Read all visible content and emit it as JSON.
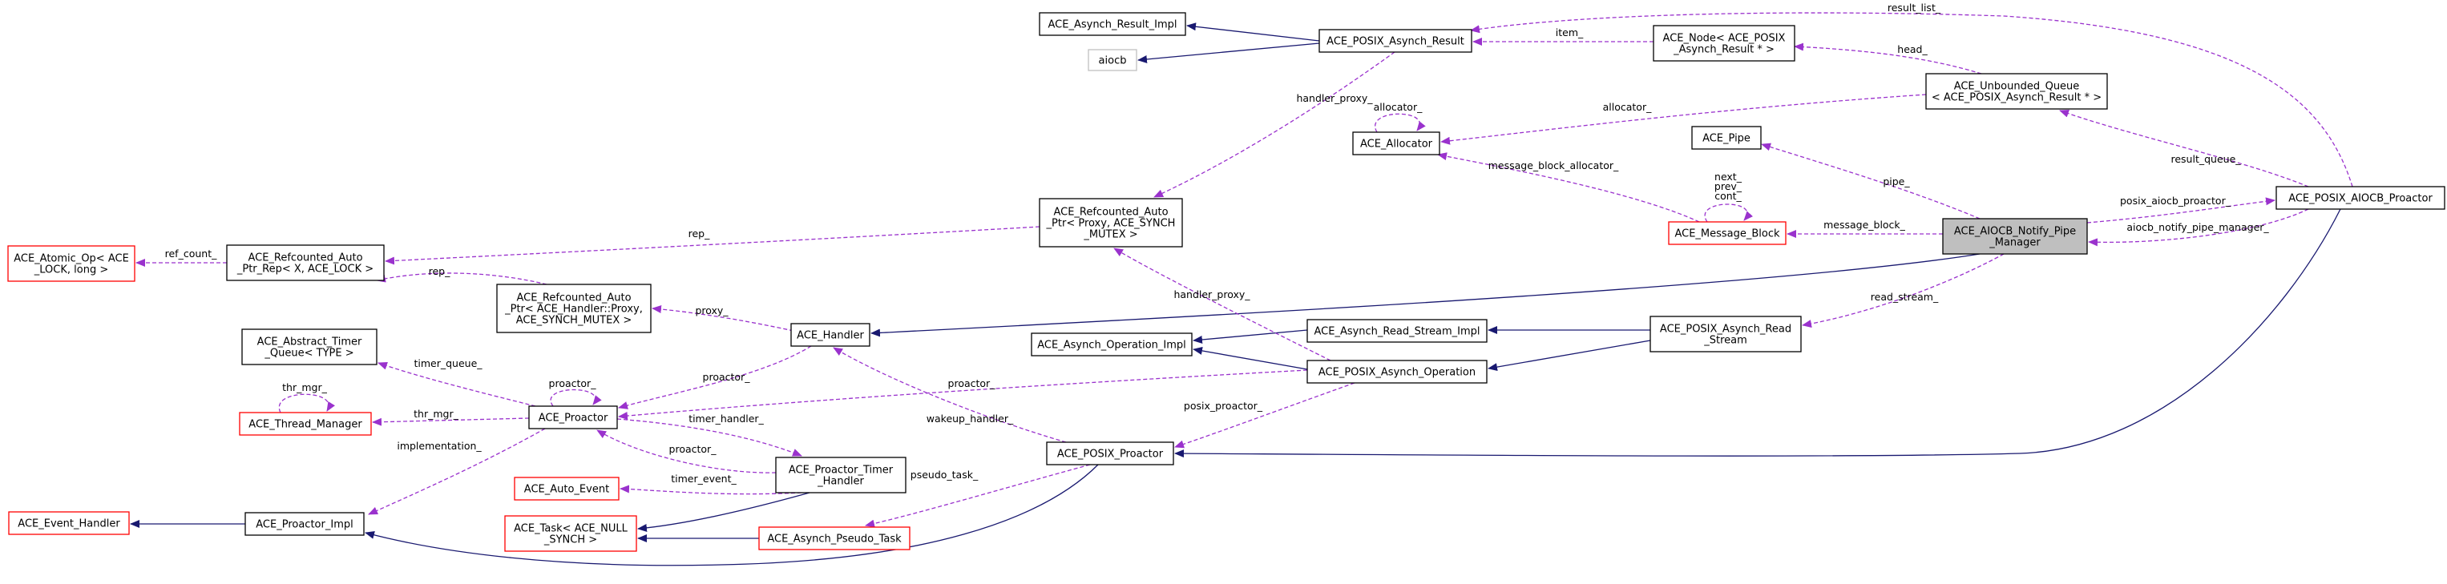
{
  "colors": {
    "inherit": "#191970",
    "usage": "#9a32cd",
    "normal_border": "#000000",
    "incomplete_border": "#ff0000",
    "undocumented_border": "#bfbfbf",
    "focus_fill": "#bfbfbf",
    "background": "#ffffff"
  },
  "nodes": [
    {
      "id": "result_impl",
      "lines": [
        "ACE_Asynch_Result_Impl"
      ],
      "style": "normal"
    },
    {
      "id": "aiocb",
      "lines": [
        "aiocb"
      ],
      "style": "undocumented"
    },
    {
      "id": "posix_result",
      "lines": [
        "ACE_POSIX_Asynch_Result"
      ],
      "style": "normal"
    },
    {
      "id": "node_result",
      "lines": [
        "ACE_Node< ACE_POSIX",
        "_Asynch_Result * >"
      ],
      "style": "normal"
    },
    {
      "id": "unbounded_queue",
      "lines": [
        "ACE_Unbounded_Queue",
        "< ACE_POSIX_Asynch_Result * >"
      ],
      "style": "normal"
    },
    {
      "id": "allocator",
      "lines": [
        "ACE_Allocator"
      ],
      "style": "normal"
    },
    {
      "id": "pipe",
      "lines": [
        "ACE_Pipe"
      ],
      "style": "normal"
    },
    {
      "id": "message_block",
      "lines": [
        "ACE_Message_Block"
      ],
      "style": "incomplete"
    },
    {
      "id": "notify_pipe_manager",
      "lines": [
        "ACE_AIOCB_Notify_Pipe",
        "_Manager"
      ],
      "style": "focus"
    },
    {
      "id": "aiocb_proactor",
      "lines": [
        "ACE_POSIX_AIOCB_Proactor"
      ],
      "style": "normal"
    },
    {
      "id": "refcounted_proxy",
      "lines": [
        "ACE_Refcounted_Auto",
        "_Ptr< Proxy, ACE_SYNCH",
        "_MUTEX >"
      ],
      "style": "normal"
    },
    {
      "id": "atomic_op",
      "lines": [
        "ACE_Atomic_Op< ACE",
        "_LOCK, long >"
      ],
      "style": "incomplete"
    },
    {
      "id": "refcounted_rep",
      "lines": [
        "ACE_Refcounted_Auto",
        "_Ptr_Rep< X, ACE_LOCK >"
      ],
      "style": "normal"
    },
    {
      "id": "refcounted_handler",
      "lines": [
        "ACE_Refcounted_Auto",
        "_Ptr< ACE_Handler::Proxy,",
        "ACE_SYNCH_MUTEX >"
      ],
      "style": "normal"
    },
    {
      "id": "handler",
      "lines": [
        "ACE_Handler"
      ],
      "style": "normal"
    },
    {
      "id": "read_stream_impl",
      "lines": [
        "ACE_Asynch_Read_Stream_Impl"
      ],
      "style": "normal"
    },
    {
      "id": "operation_impl",
      "lines": [
        "ACE_Asynch_Operation_Impl"
      ],
      "style": "normal"
    },
    {
      "id": "posix_operation",
      "lines": [
        "ACE_POSIX_Asynch_Operation"
      ],
      "style": "normal"
    },
    {
      "id": "posix_read_stream",
      "lines": [
        "ACE_POSIX_Asynch_Read",
        "_Stream"
      ],
      "style": "normal"
    },
    {
      "id": "abstract_timer_queue",
      "lines": [
        "ACE_Abstract_Timer",
        "_Queue< TYPE >"
      ],
      "style": "normal"
    },
    {
      "id": "thread_manager",
      "lines": [
        "ACE_Thread_Manager"
      ],
      "style": "incomplete"
    },
    {
      "id": "proactor",
      "lines": [
        "ACE_Proactor"
      ],
      "style": "normal"
    },
    {
      "id": "timer_handler",
      "lines": [
        "ACE_Proactor_Timer",
        "_Handler"
      ],
      "style": "normal"
    },
    {
      "id": "posix_proactor",
      "lines": [
        "ACE_POSIX_Proactor"
      ],
      "style": "normal"
    },
    {
      "id": "auto_event",
      "lines": [
        "ACE_Auto_Event"
      ],
      "style": "incomplete"
    },
    {
      "id": "event_handler",
      "lines": [
        "ACE_Event_Handler"
      ],
      "style": "incomplete"
    },
    {
      "id": "proactor_impl",
      "lines": [
        "ACE_Proactor_Impl"
      ],
      "style": "normal"
    },
    {
      "id": "task_null",
      "lines": [
        "ACE_Task< ACE_NULL",
        "_SYNCH >"
      ],
      "style": "incomplete"
    },
    {
      "id": "pseudo_task",
      "lines": [
        "ACE_Asynch_Pseudo_Task"
      ],
      "style": "incomplete"
    }
  ],
  "edges": [
    {
      "id": "e_result_impl",
      "kind": "inherit",
      "label": ""
    },
    {
      "id": "e_aiocb",
      "kind": "inherit",
      "label": ""
    },
    {
      "id": "e_item",
      "kind": "usage",
      "label": "item_"
    },
    {
      "id": "e_result_list",
      "kind": "usage",
      "label": "result_list_"
    },
    {
      "id": "e_head",
      "kind": "usage",
      "label": "head_"
    },
    {
      "id": "e_allocator_q",
      "kind": "usage",
      "label": "allocator_"
    },
    {
      "id": "e_allocator_self",
      "kind": "usage",
      "label": "allocator_"
    },
    {
      "id": "e_result_queue",
      "kind": "usage",
      "label": "result_queue_"
    },
    {
      "id": "e_mb_allocator",
      "kind": "usage",
      "label": "message_block_allocator_"
    },
    {
      "id": "e_pipe",
      "kind": "usage",
      "label": "pipe_"
    },
    {
      "id": "e_mb_self",
      "kind": "usage",
      "label": "next_\nprev_\ncont_"
    },
    {
      "id": "e_message_block",
      "kind": "usage",
      "label": "message_block_"
    },
    {
      "id": "e_posix_aiocb_proactor",
      "kind": "usage",
      "label": "posix_aiocb_proactor_"
    },
    {
      "id": "e_notify_pipe_manager",
      "kind": "usage",
      "label": "aiocb_notify_pipe_manager_"
    },
    {
      "id": "e_handler_proxy_top",
      "kind": "usage",
      "label": "handler_proxy_"
    },
    {
      "id": "e_rep_top",
      "kind": "usage",
      "label": "rep_"
    },
    {
      "id": "e_ref_count",
      "kind": "usage",
      "label": "ref_count_"
    },
    {
      "id": "e_rep_mid",
      "kind": "usage",
      "label": "rep_"
    },
    {
      "id": "e_proxy",
      "kind": "usage",
      "label": "proxy_"
    },
    {
      "id": "e_handler_inherit",
      "kind": "inherit",
      "label": ""
    },
    {
      "id": "e_read_stream",
      "kind": "usage",
      "label": "read_stream_"
    },
    {
      "id": "e_rs_impl_inherit",
      "kind": "inherit",
      "label": ""
    },
    {
      "id": "e_rs_impl_op",
      "kind": "inherit",
      "label": ""
    },
    {
      "id": "e_op_impl_inherit",
      "kind": "inherit",
      "label": ""
    },
    {
      "id": "e_prs_op",
      "kind": "inherit",
      "label": ""
    },
    {
      "id": "e_handler_proxy_mid",
      "kind": "usage",
      "label": "handler_proxy_"
    },
    {
      "id": "e_timer_queue",
      "kind": "usage",
      "label": "timer_queue_"
    },
    {
      "id": "e_proactor_self",
      "kind": "usage",
      "label": "proactor_"
    },
    {
      "id": "e_proactor_handler",
      "kind": "usage",
      "label": "proactor_"
    },
    {
      "id": "e_proactor_op",
      "kind": "usage",
      "label": "proactor_"
    },
    {
      "id": "e_thr_mgr_self",
      "kind": "usage",
      "label": "thr_mgr_"
    },
    {
      "id": "e_thr_mgr",
      "kind": "usage",
      "label": "thr_mgr_"
    },
    {
      "id": "e_timer_handler",
      "kind": "usage",
      "label": "timer_handler_"
    },
    {
      "id": "e_proactor_timer",
      "kind": "usage",
      "label": "proactor_"
    },
    {
      "id": "e_wakeup_handler",
      "kind": "usage",
      "label": "wakeup_handler_"
    },
    {
      "id": "e_posix_proactor",
      "kind": "usage",
      "label": "posix_proactor_"
    },
    {
      "id": "e_aiocb_posix_inherit",
      "kind": "inherit",
      "label": ""
    },
    {
      "id": "e_implementation",
      "kind": "usage",
      "label": "implementation_"
    },
    {
      "id": "e_timer_event",
      "kind": "usage",
      "label": "timer_event_"
    },
    {
      "id": "e_event_handler",
      "kind": "inherit",
      "label": ""
    },
    {
      "id": "e_posix_impl",
      "kind": "inherit",
      "label": ""
    },
    {
      "id": "e_pseudo_task",
      "kind": "usage",
      "label": "pseudo_task_"
    },
    {
      "id": "e_task_inherit",
      "kind": "inherit",
      "label": ""
    },
    {
      "id": "e_timer_task",
      "kind": "inherit",
      "label": ""
    }
  ]
}
